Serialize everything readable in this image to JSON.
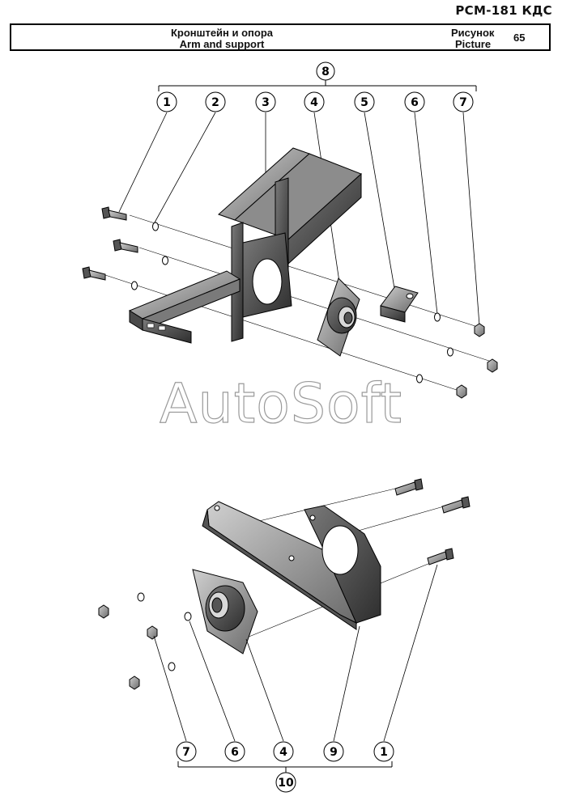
{
  "header": {
    "doc_code": "РСМ-181 КДС",
    "title_ru": "Кронштейн и опора",
    "title_en": "Arm and support",
    "picture_label_ru": "Рисунок",
    "picture_label_en": "Picture",
    "picture_number": "65"
  },
  "watermark": {
    "text": "AutoSoft"
  },
  "top_assembly": {
    "group_callout": "8",
    "callouts": [
      "1",
      "2",
      "3",
      "4",
      "5",
      "6",
      "7"
    ]
  },
  "bottom_assembly": {
    "group_callout": "10",
    "callouts": [
      "7",
      "6",
      "4",
      "9",
      "1"
    ]
  },
  "colors": {
    "line": "#000000",
    "part_dark": "#3a3a3a",
    "part_mid": "#6e6e6e",
    "part_light": "#b8b8b8"
  }
}
